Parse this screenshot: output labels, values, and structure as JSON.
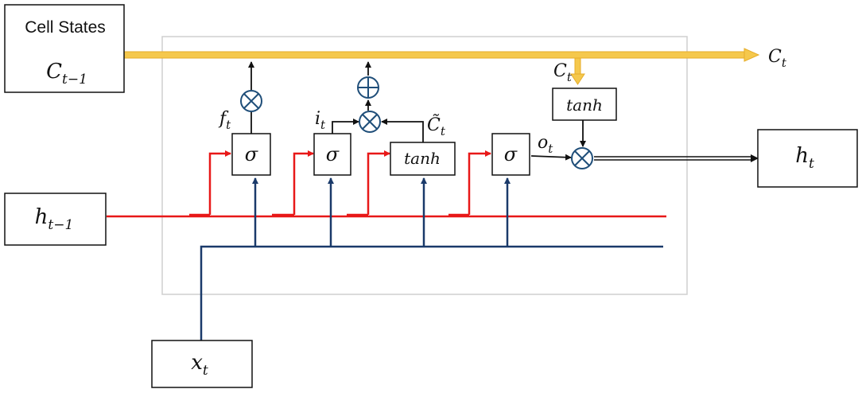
{
  "cell_states_box": {
    "title": "Cell States",
    "symbol": "C",
    "subscript": "t−1"
  },
  "cell_output": {
    "symbol": "C",
    "subscript": "t"
  },
  "cell_to_tanh": {
    "symbol": "C",
    "subscript": "t"
  },
  "hidden_input": {
    "symbol": "h",
    "subscript": "t−1"
  },
  "hidden_output": {
    "symbol": "h",
    "subscript": "t"
  },
  "input_x": {
    "symbol": "x",
    "subscript": "t"
  },
  "gates": {
    "forget": {
      "op": "σ",
      "label": "f",
      "subscript": "t"
    },
    "input": {
      "op": "σ",
      "label": "i",
      "subscript": "t"
    },
    "candidate": {
      "op": "tanh",
      "label": "C̃",
      "subscript": "t"
    },
    "output": {
      "op": "σ",
      "label": "o",
      "subscript": "t"
    }
  },
  "output_tanh": {
    "op": "tanh"
  },
  "operators": {
    "multiply": "⊗",
    "add": "⊕"
  },
  "colors": {
    "cell_line": "#f5c84c",
    "hidden_line": "#e81818",
    "input_line": "#1a3a6a",
    "operator_stroke": "#1f4e79",
    "frame": "#cfcfcf"
  }
}
